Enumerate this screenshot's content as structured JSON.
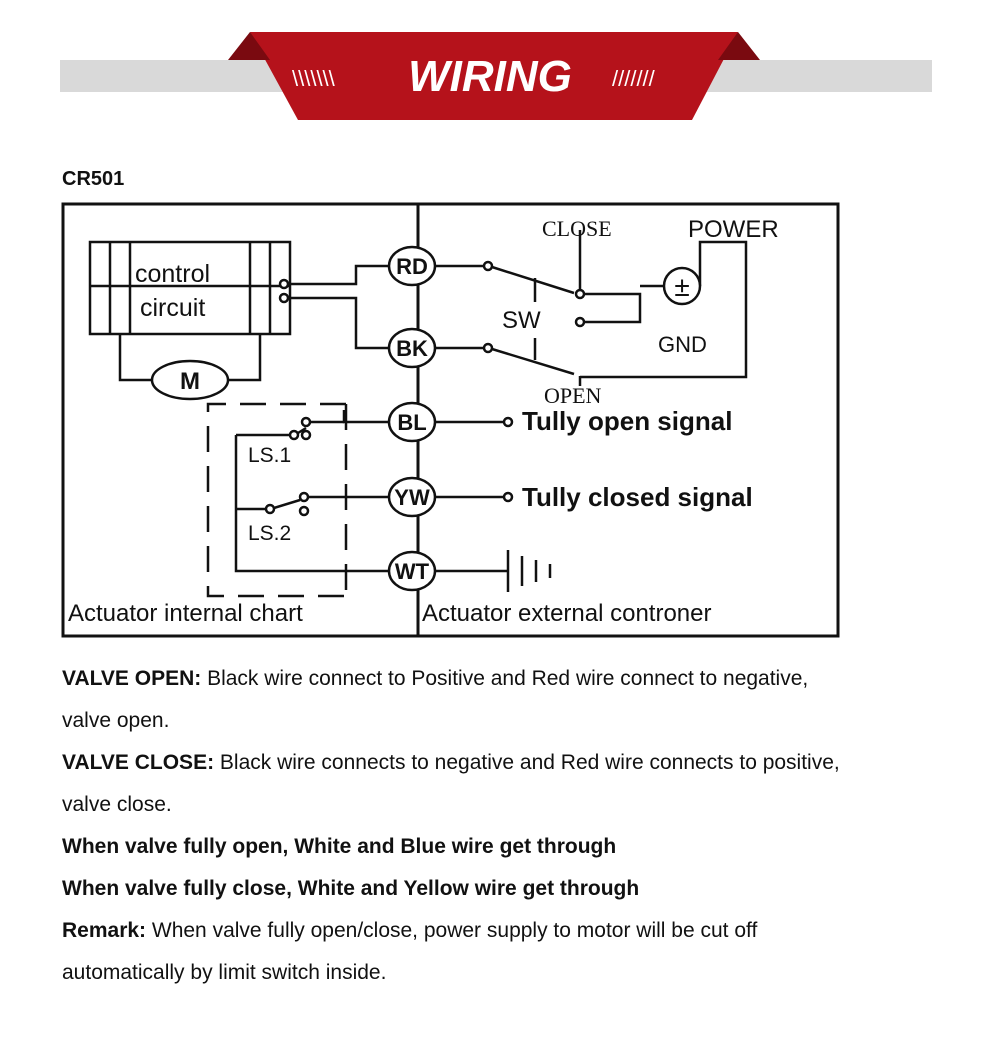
{
  "banner": {
    "title": "WIRING",
    "left_deco": "\\\\\\\\\\\\\\",
    "right_deco": "///////"
  },
  "colors": {
    "banner_red": "#b5121b",
    "banner_dark": "#7a0a10",
    "bar_gray": "#d9d9d9"
  },
  "model": "CR501",
  "diagram": {
    "terminals": [
      "RD",
      "BK",
      "BL",
      "YW",
      "WT"
    ],
    "control_circuit": [
      "control",
      "circuit"
    ],
    "motor": "M",
    "close_label": "CLOSE",
    "open_label": "OPEN",
    "power_label": "POWER",
    "gnd_label": "GND",
    "sw_label": "SW",
    "power_symbol": "±",
    "ls1": "LS.1",
    "ls2": "LS.2",
    "open_signal": "Tully open signal",
    "closed_signal": "Tully closed signal",
    "internal_caption": "Actuator internal chart",
    "external_caption": "Actuator external controner"
  },
  "notes": {
    "valve_open_label": "VALVE OPEN:",
    "valve_open_text": " Black wire connect to Positive and Red wire connect to negative,",
    "valve_open_text2": "valve open.",
    "valve_close_label": "VALVE CLOSE:",
    "valve_close_text": " Black wire connects to negative and Red wire connects to positive,",
    "valve_close_text2": "valve close.",
    "fully_open": "When valve fully open, White and Blue wire get through",
    "fully_close": "When valve fully close, White and Yellow wire get through",
    "remark_label": "Remark:",
    "remark_text": " When valve fully open/close, power supply to motor will be cut off",
    "remark_text2": "automatically by limit switch inside."
  }
}
